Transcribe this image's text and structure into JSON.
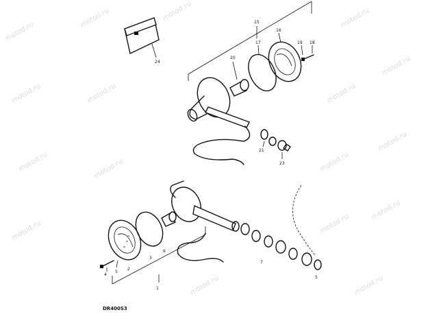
{
  "diagram": {
    "figure_code": "DR400S3",
    "watermark": "motod.ru",
    "callouts": {
      "c24": "24",
      "c15": "15",
      "c16": "16",
      "c17": "17",
      "c18": "18",
      "c19": "19",
      "c20": "20",
      "c21": "21",
      "c23": "23",
      "c1": "1",
      "c2": "2",
      "c3": "3",
      "c4": "4",
      "c6": "6",
      "c7": "7",
      "c5": "5"
    }
  }
}
